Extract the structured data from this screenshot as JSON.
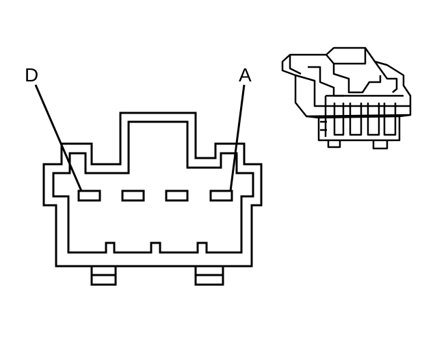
{
  "diagram": {
    "labels": {
      "left": "D",
      "right": "A"
    },
    "terminal_count": 4,
    "colors": {
      "stroke": "#000000",
      "background": "#ffffff"
    }
  }
}
